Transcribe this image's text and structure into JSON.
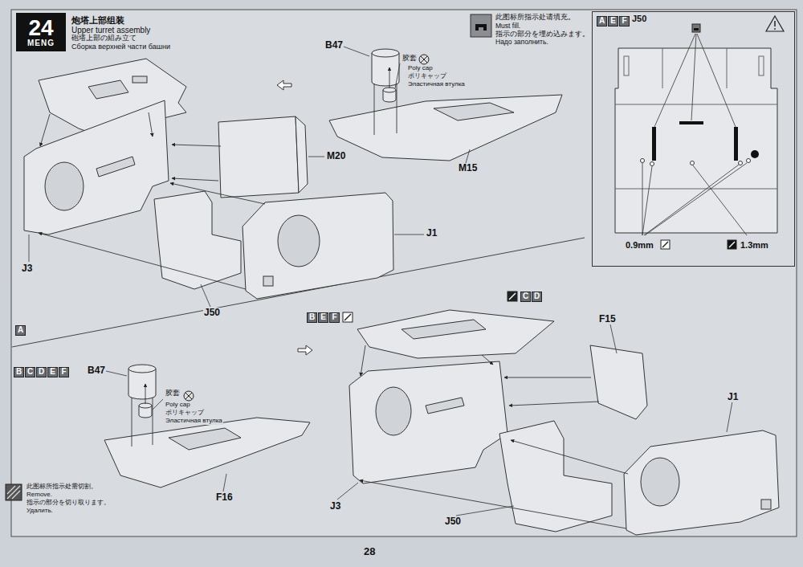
{
  "diagram": {
    "title": "炮塔上部组装",
    "nodes": [
      {
        "text": [
          "24",
          "MENG"
        ]
      },
      {
        "text": [
          "J50",
          "0.9mm",
          "1.3mm"
        ]
      },
      {
        "text": [
          "A"
        ],
        "in": 1
      },
      {
        "text": [
          "E"
        ],
        "in": 1
      },
      {
        "text": [
          "F"
        ],
        "in": 1
      },
      {
        "text": [
          "A"
        ]
      },
      {
        "text": [
          "B"
        ]
      },
      {
        "text": [
          "C"
        ]
      },
      {
        "text": [
          "D"
        ]
      },
      {
        "text": [
          "E"
        ]
      },
      {
        "text": [
          "F"
        ]
      },
      {
        "text": [
          "B"
        ]
      },
      {
        "text": [
          "E"
        ]
      },
      {
        "text": [
          "F"
        ]
      },
      {
        "text": [
          "C"
        ]
      },
      {
        "text": [
          "D"
        ]
      }
    ],
    "labels": [
      "Upper turret assembly",
      "砲塔上部の組み立て",
      "Сборка верхней части башни",
      "此图标所指示处请填充。",
      "Must fill.",
      "指示の部分を埋め込みます。",
      "Надо заполнить.",
      "B47",
      "胶套",
      "Poly cap",
      "ポリキャップ",
      "Эластичная втулка",
      "M20",
      "M15",
      "J1",
      "J3",
      "J50",
      "B47",
      "胶套",
      "Poly cap",
      "ポリキャップ",
      "Эластичная втулка",
      "F16",
      "F15",
      "J1",
      "J3",
      "J50",
      "此图标所指示处需切割。",
      "Remove.",
      "指示の部分を切り取ります。",
      "Удалить.",
      "28"
    ]
  }
}
